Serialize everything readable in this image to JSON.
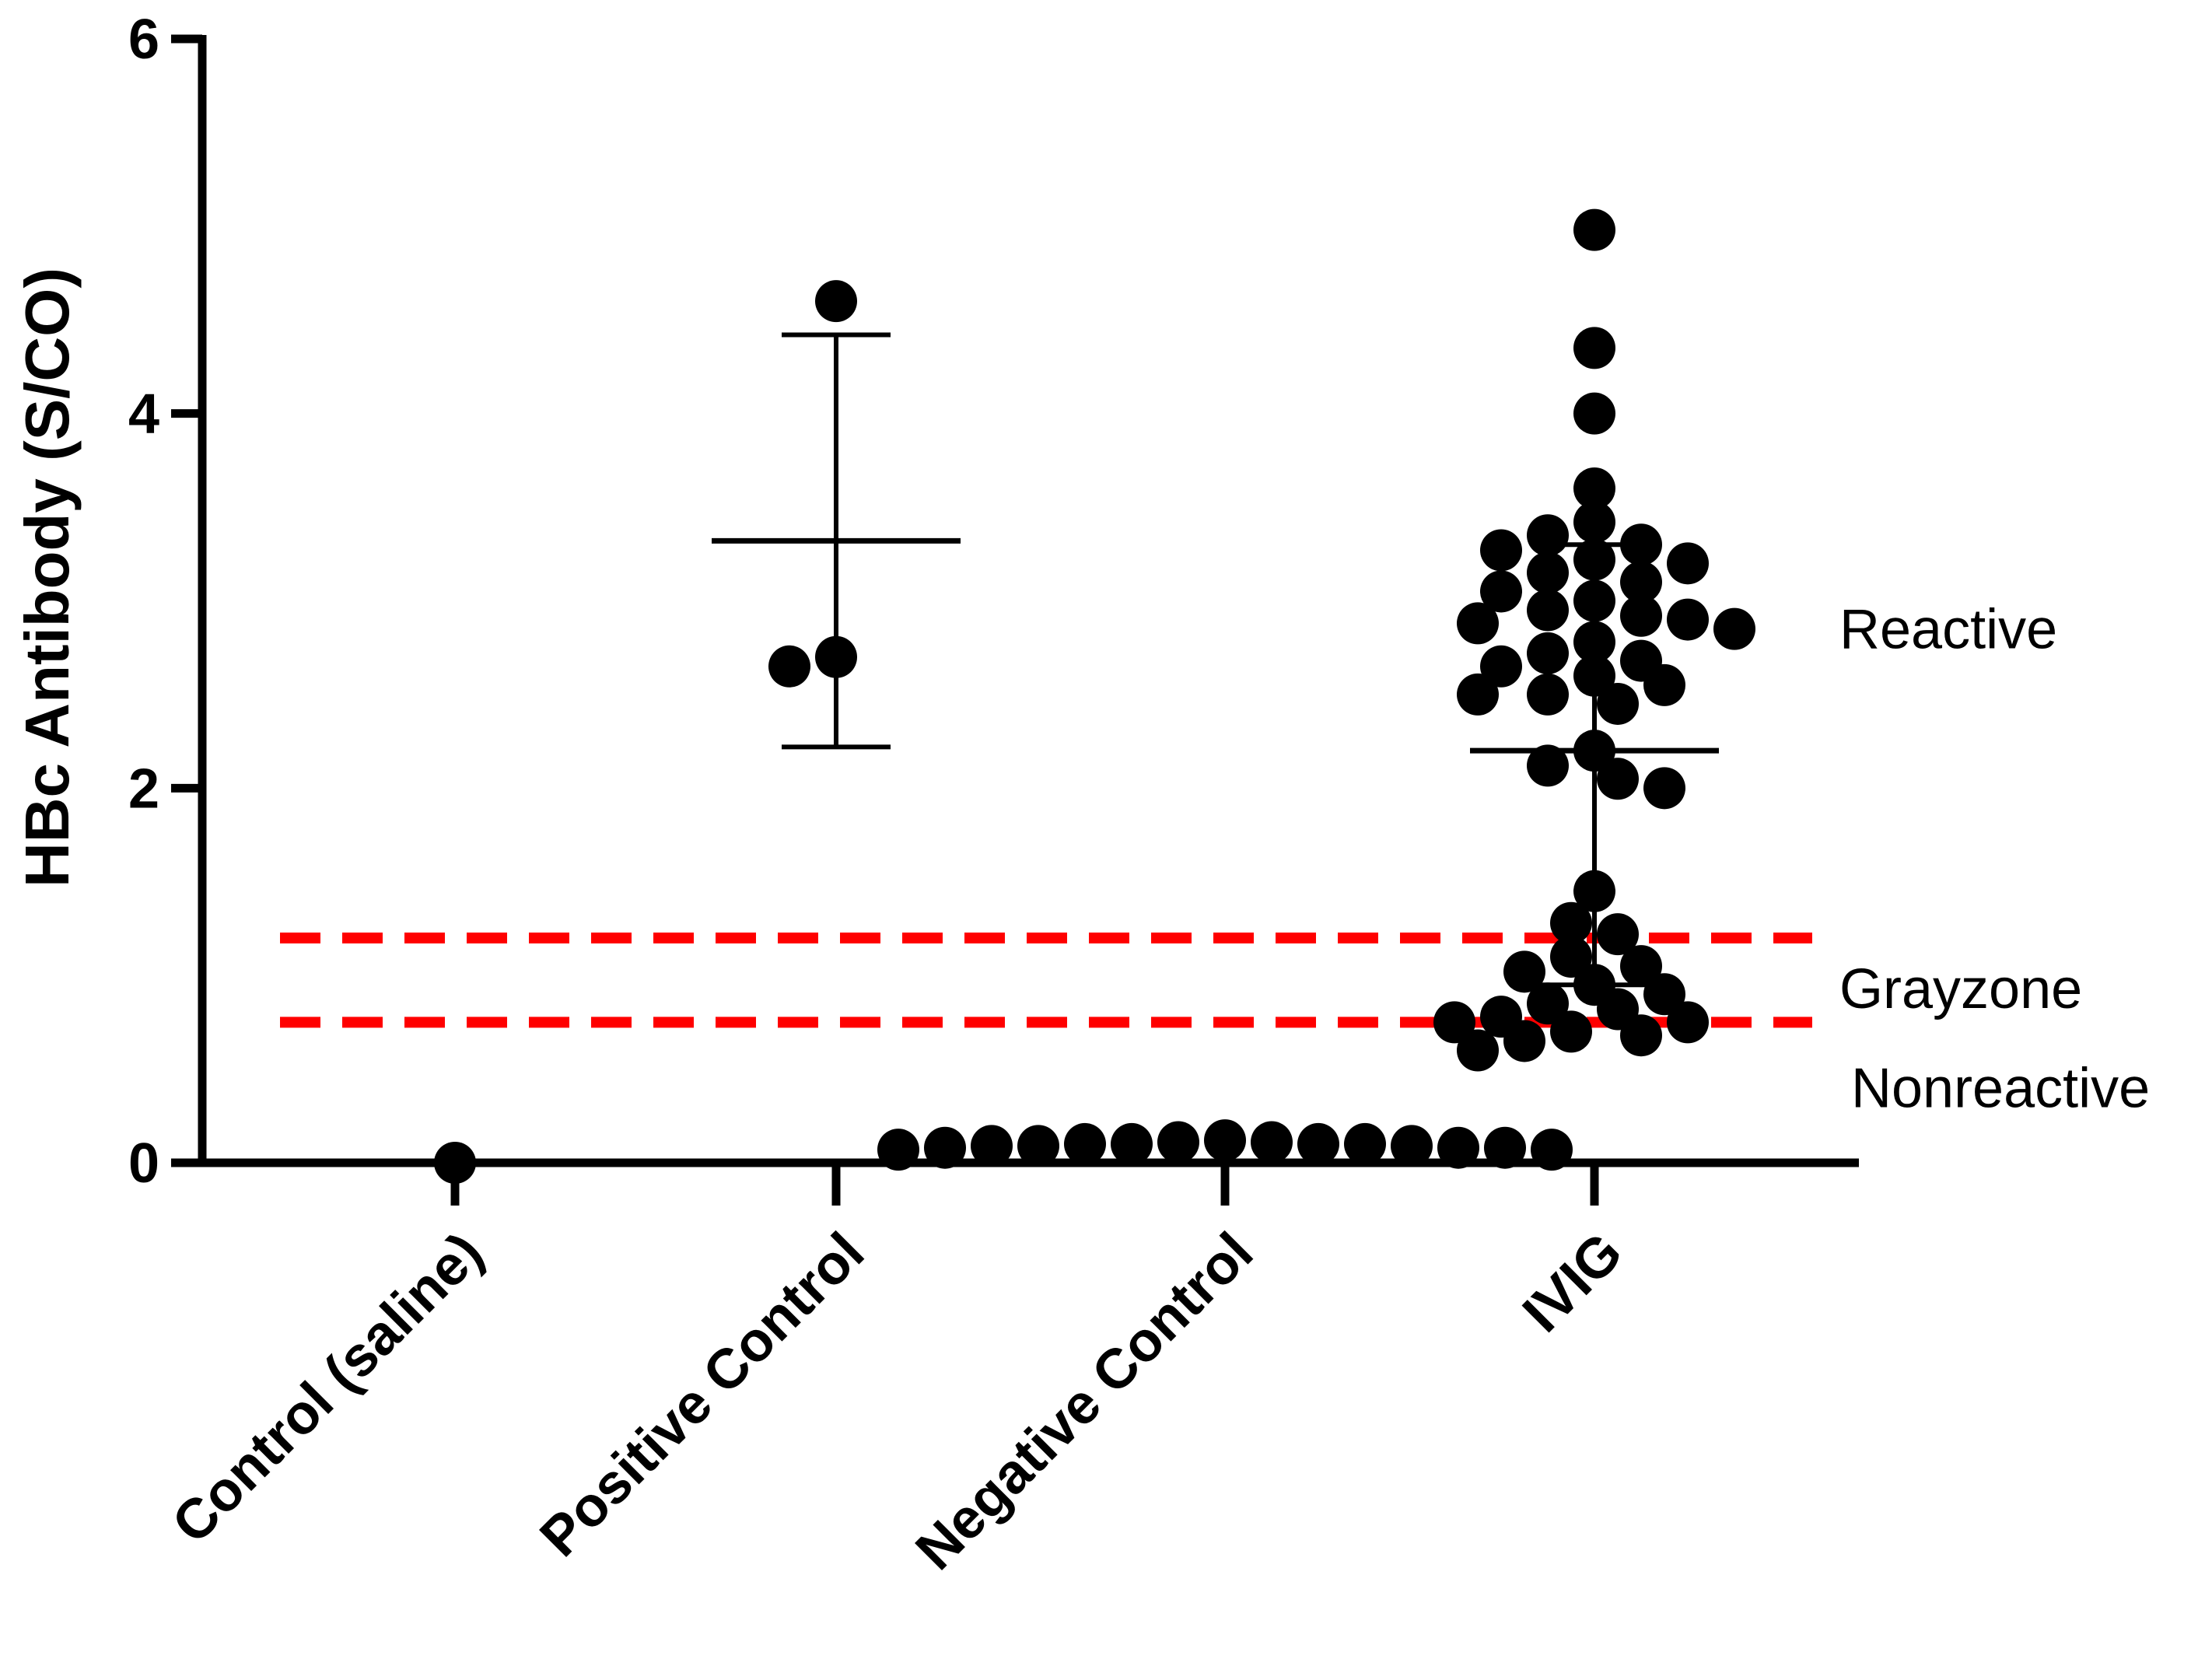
{
  "colors": {
    "points": "#000000",
    "axes": "#000000",
    "threshold": "#ff0000",
    "background": "#ffffff"
  },
  "chart_data": {
    "type": "scatter",
    "title": "",
    "xlabel": "",
    "ylabel": "HBc Antibody (S/CO)",
    "ylim": [
      0,
      6
    ],
    "yticks": [
      "0",
      "2",
      "4",
      "6"
    ],
    "yticks_values": [
      0,
      2,
      4,
      6
    ],
    "grid": false,
    "categories": [
      "Control (saline)",
      "Positive Control",
      "Negative Control",
      "IVIG"
    ],
    "groups": [
      {
        "name": "Control (saline)",
        "values": [
          0.0
        ],
        "mean": null,
        "sd_low": null,
        "sd_high": null
      },
      {
        "name": "Positive Control",
        "values": [
          4.6,
          2.65,
          2.7
        ],
        "mean": 3.32,
        "sd_low": 2.22,
        "sd_high": 4.42
      },
      {
        "name": "Negative Control",
        "values": [
          0.1,
          0.09,
          0.11,
          0.08,
          0.1,
          0.07,
          0.09,
          0.1,
          0.08,
          0.07,
          0.11,
          0.09,
          0.1,
          0.08,
          0.12
        ],
        "mean": null,
        "sd_low": null,
        "sd_high": null
      },
      {
        "name": "IVIG",
        "values": [
          4.98,
          4.35,
          4.0,
          3.6,
          3.42,
          3.35,
          3.3,
          3.27,
          3.22,
          3.2,
          3.15,
          3.1,
          3.05,
          3.0,
          2.95,
          2.92,
          2.9,
          2.88,
          2.85,
          2.78,
          2.72,
          2.68,
          2.65,
          2.6,
          2.55,
          2.5,
          2.5,
          2.45,
          2.2,
          2.12,
          2.05,
          2.0,
          1.45,
          1.28,
          1.22,
          1.1,
          1.05,
          1.02,
          0.95,
          0.9,
          0.85,
          0.82,
          0.78,
          0.75,
          0.75,
          0.7,
          0.68,
          0.65,
          0.6
        ],
        "mean": 2.2,
        "sd_low": 0.95,
        "sd_high": 3.3
      }
    ],
    "thresholds": [
      {
        "value": 1.2
      },
      {
        "value": 0.75
      }
    ],
    "zone_labels": [
      {
        "text": "Reactive",
        "value": 2.85
      },
      {
        "text": "Grayzone",
        "value": 0.93
      },
      {
        "text": "Nonreactive",
        "value": 0.4
      }
    ]
  }
}
